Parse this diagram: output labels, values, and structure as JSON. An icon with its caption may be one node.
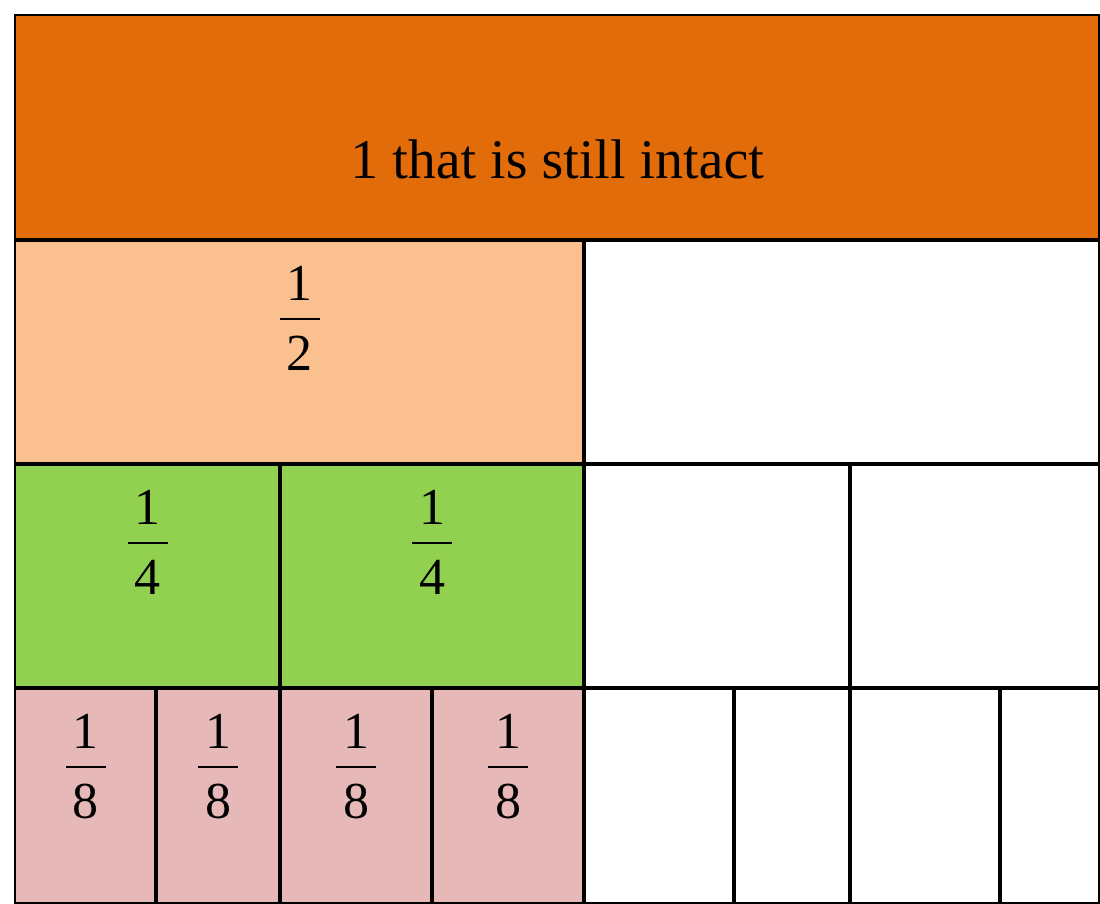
{
  "diagram": {
    "nodes": [
      {
        "text": [
          "1 that is still intact"
        ]
      },
      {
        "text": [
          "1",
          "2"
        ]
      },
      {
        "text": [],
        "shape": "box"
      },
      {
        "text": [
          "1",
          "4"
        ]
      },
      {
        "text": [
          "1",
          "4"
        ]
      },
      {
        "text": [],
        "shape": "box"
      },
      {
        "text": [],
        "shape": "box"
      },
      {
        "text": [
          "1",
          "8"
        ]
      },
      {
        "text": [
          "1",
          "8"
        ]
      },
      {
        "text": [
          "1",
          "8"
        ]
      },
      {
        "text": [
          "1",
          "8"
        ]
      },
      {
        "text": [],
        "shape": "box"
      },
      {
        "text": [],
        "shape": "box"
      },
      {
        "text": [],
        "shape": "box"
      },
      {
        "text": [],
        "shape": "box"
      }
    ]
  }
}
